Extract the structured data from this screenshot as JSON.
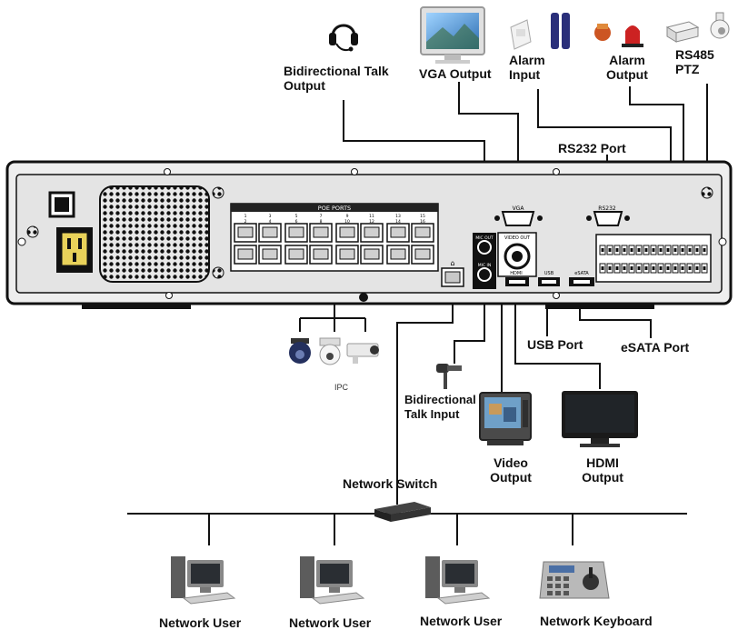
{
  "labels": {
    "bidir_talk_output_l1": "Bidirectional Talk",
    "bidir_talk_output_l2": "Output",
    "vga_output": "VGA Output",
    "alarm_input_l1": "Alarm",
    "alarm_input_l2": "Input",
    "alarm_output_l1": "Alarm",
    "alarm_output_l2": "Output",
    "rs485_l1": "RS485",
    "rs485_l2": "PTZ",
    "rs232_port": "RS232 Port",
    "usb_port": "USB Port",
    "esata_port": "eSATA Port",
    "ipc": "IPC",
    "bidir_talk_input_l1": "Bidirectional",
    "bidir_talk_input_l2": "Talk Input",
    "video_output_l1": "Video",
    "video_output_l2": "Output",
    "hdmi_output_l1": "HDMI",
    "hdmi_output_l2": "Output",
    "network_switch": "Network Switch",
    "network_user_1": "Network User",
    "network_user_2": "Network User",
    "network_user_3": "Network User",
    "network_keyboard": "Network Keyboard"
  },
  "panel_text": {
    "poe_ports": "POE PORTS",
    "vga": "VGA",
    "rs232": "RS232",
    "video_out": "VIDEO OUT",
    "usb": "USB",
    "esata": "eSATA",
    "hdmi": "HDMI",
    "mic_in": "MIC IN",
    "mic_out": "MIC OUT",
    "port_numbers": [
      "1",
      "2",
      "3",
      "4",
      "5",
      "6",
      "7",
      "8",
      "9",
      "10",
      "11",
      "12",
      "13",
      "14",
      "15",
      "16"
    ]
  },
  "colors": {
    "chassis": "#dcdcdc",
    "chassis_edge": "#111111",
    "lines": "#111111",
    "alarm_red": "#cc2222",
    "pipe_blue": "#2a2f7a",
    "screen": "#202428"
  }
}
